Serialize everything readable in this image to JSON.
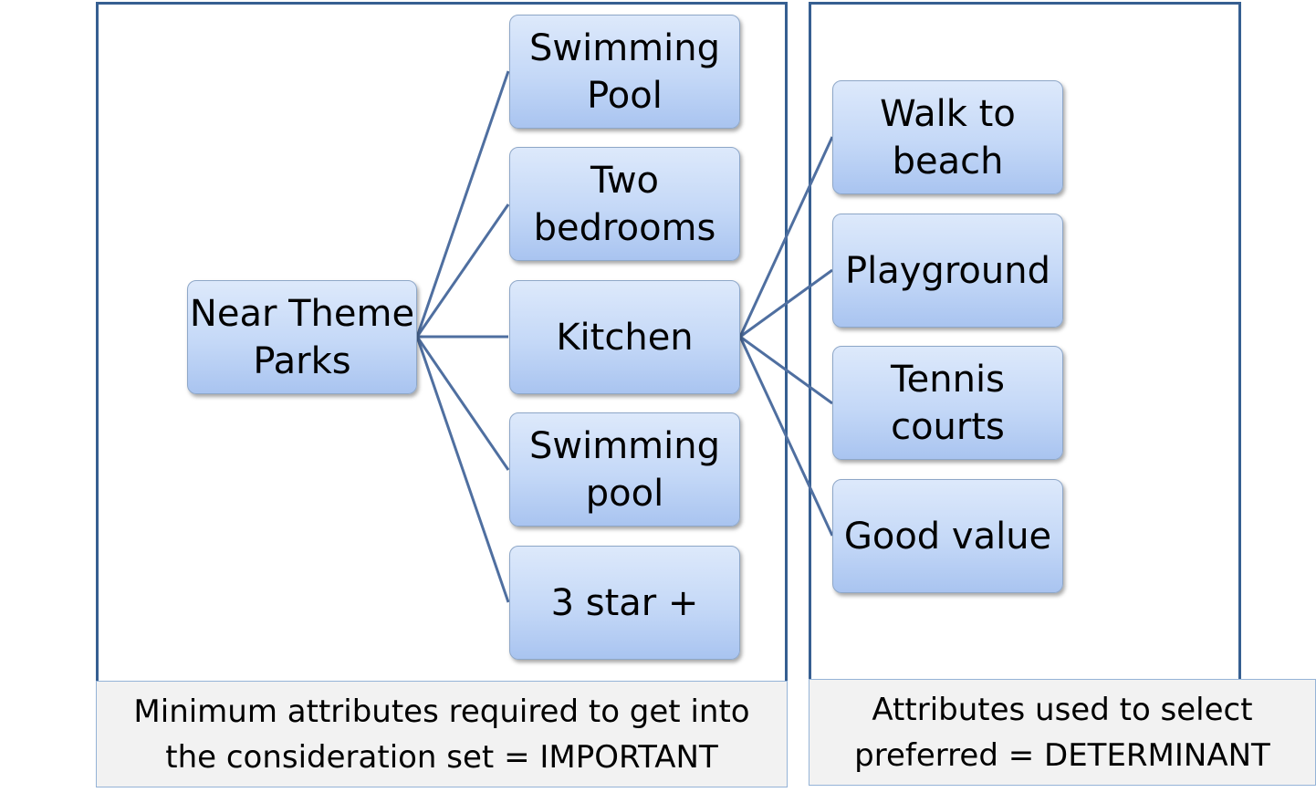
{
  "diagram": {
    "root": {
      "label": "Near Theme\nParks"
    },
    "important": [
      {
        "label": "Swimming\nPool"
      },
      {
        "label": "Two\nbedrooms"
      },
      {
        "label": "Kitchen"
      },
      {
        "label": "Swimming\npool"
      },
      {
        "label": "3 star +"
      }
    ],
    "determinant": [
      {
        "label": "Walk to\nbeach"
      },
      {
        "label": "Playground"
      },
      {
        "label": "Tennis\ncourts"
      },
      {
        "label": "Good value"
      }
    ],
    "captions": {
      "left": "Minimum attributes required to get into\nthe consideration set = IMPORTANT",
      "right": "Attributes used to select\npreferred = DETERMINANT"
    },
    "colors": {
      "frame": "#365f91",
      "connector": "#4f6fa0",
      "node_top": "#dde9fb",
      "node_bottom": "#a9c4f0",
      "caption_bg": "#f2f2f2"
    }
  }
}
